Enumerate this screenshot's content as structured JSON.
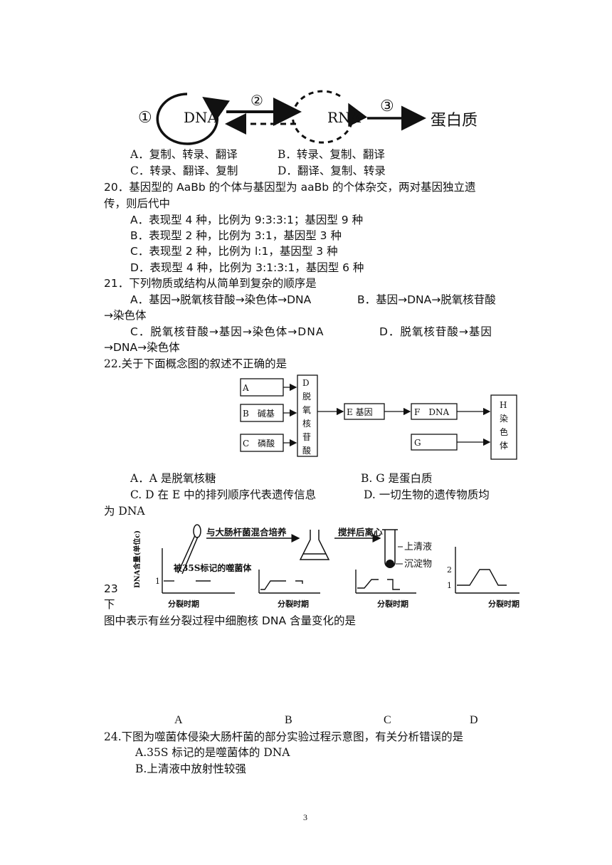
{
  "q19_diagram": {
    "circle_1": "①",
    "dna": "DNA",
    "circle_2": "②",
    "rna": "RNA",
    "circle_3": "③",
    "protein": "蛋白质"
  },
  "q19_options": {
    "a": "A．复制、转录、翻译",
    "b": "B．转录、复制、翻译",
    "c": "C．转录、翻译、复制",
    "d": "D．翻译、复制、转录"
  },
  "q20": {
    "stem1": "20．基因型的 AaBb 的个体与基因型为 aaBb 的个体杂交，两对基因独立遗",
    "stem2": "传，则后代中",
    "a": "A．表现型 4 种，比例为 9:3:3:1；基因型 9 种",
    "b": "B．表现型 2 种，比例为 3:1，基因型 3 种",
    "c": "C．表现型 2 种，比例为 l:1，基因型 3 种",
    "d": "D．表现型 4 种，比例为 3:1:3:1，基因型 6 种"
  },
  "q21": {
    "stem": "21．下列物质或结构从简单到复杂的顺序是",
    "a": "A．基因→脱氧核苷酸→染色体→DNA",
    "b": "B．基因→DNA→脱氧核苷酸",
    "b2": "→染色体",
    "c": "C．脱氧核苷酸→基因→染色体→DNA",
    "d": "D．脱氧核苷酸→基因",
    "d2": "→DNA→染色体"
  },
  "q22": {
    "stem": "22.关于下面概念图的叙述不正确的是",
    "box_a": "A",
    "box_b": "B　碱基",
    "box_c": "C　磷酸",
    "box_d": [
      "D",
      "脱",
      "氧",
      "核",
      "苷",
      "酸"
    ],
    "box_e": "E 基因",
    "box_f": "F　DNA",
    "box_g": "G",
    "box_h": [
      "H",
      "染",
      "色",
      "体"
    ],
    "a": "A．A 是脱氧核糖",
    "b": "B. G 是蛋白质",
    "c": "C. D 在 E 中的排列顺序代表遗传信息",
    "d": "D. 一切生物的遗传物质均",
    "d2": "为 DNA"
  },
  "q23": {
    "num": "23",
    "xia": "下",
    "stem": "图中表示有丝分裂过程中细胞核 DNA 含量变化的是",
    "exp_mix": "与大肠杆菌混合培养",
    "exp_stir": "搅拌后离心",
    "exp_sup": "上清液",
    "exp_sed": "沉淀物",
    "exp_label": "被35S标记的噬菌体",
    "ylabel": "DNA含量(单位c)",
    "xlabel": "分裂时期",
    "options": [
      "A",
      "B",
      "C",
      "D"
    ]
  },
  "q24": {
    "stem": "24.下图为噬菌体侵染大肠杆菌的部分实验过程示意图，有关分析错误的是",
    "a": "A.35S 标记的是噬菌体的 DNA",
    "b": "B.上清液中放射性较强"
  },
  "page_number": "3"
}
